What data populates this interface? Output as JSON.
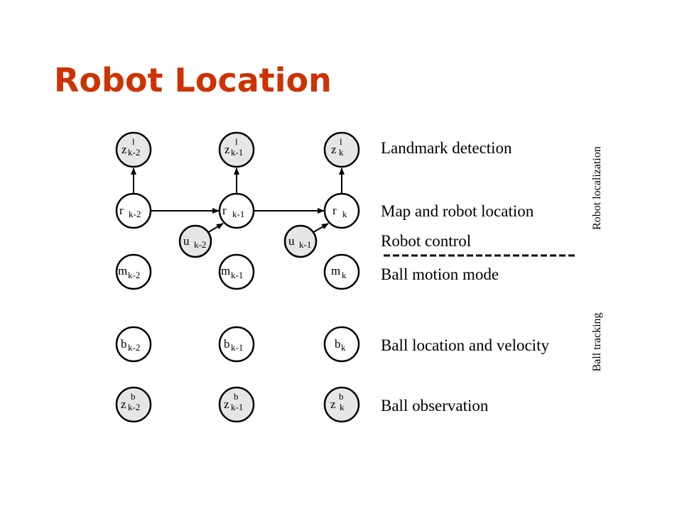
{
  "title": "Robot Location",
  "row_labels": {
    "landmark": "Landmark detection",
    "map_robot": "Map and robot location",
    "control": "Robot control",
    "ball_motion": "Ball motion mode",
    "ball_loc": "Ball location and velocity",
    "ball_obs": "Ball observation"
  },
  "side_labels": {
    "robot_localization": "Robot localization",
    "ball_tracking": "Ball tracking"
  },
  "nodes": {
    "zl_km2": {
      "main": "z",
      "sup": "l",
      "sub": "k-2"
    },
    "zl_km1": {
      "main": "z",
      "sup": "l",
      "sub": "k-1"
    },
    "zl_k": {
      "main": "z",
      "sup": "l",
      "sub": "k"
    },
    "r_km2": {
      "main": "r",
      "sub": "k-2"
    },
    "r_km1": {
      "main": "r",
      "sub": "k-1"
    },
    "r_k": {
      "main": "r",
      "sub": "k"
    },
    "u_km2": {
      "main": "u",
      "sub": "k-2"
    },
    "u_km1": {
      "main": "u",
      "sub": "k-1"
    },
    "m_km2": {
      "main": "m",
      "sub": "k-2"
    },
    "m_km1": {
      "main": "m",
      "sub": "k-1"
    },
    "m_k": {
      "main": "m",
      "sub": "k"
    },
    "b_km2": {
      "main": "b",
      "sub": "k-2"
    },
    "b_km1": {
      "main": "b",
      "sub": "k-1"
    },
    "b_k": {
      "main": "b",
      "sub": "k"
    },
    "zb_km2": {
      "main": "z",
      "sup": "b",
      "sub": "k-2"
    },
    "zb_km1": {
      "main": "z",
      "sup": "b",
      "sub": "k-1"
    },
    "zb_k": {
      "main": "z",
      "sup": "b",
      "sub": "k"
    }
  },
  "colors": {
    "title": "#cc3300",
    "observed_fill": "#e6e6e6",
    "hidden_fill": "#ffffff",
    "stroke": "#000000"
  }
}
